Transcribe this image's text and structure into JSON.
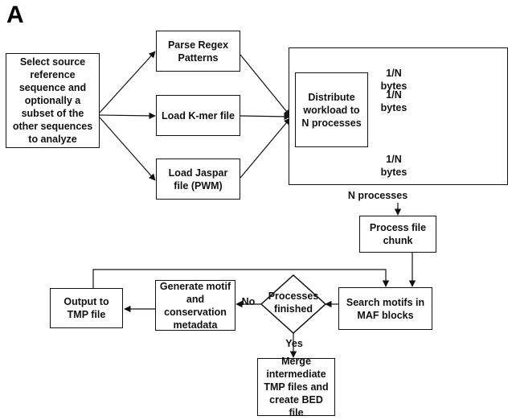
{
  "panel_label": "A",
  "nodes": {
    "select_source": "Select source reference sequence and optionally a subset of the other sequences to analyze",
    "parse_regex": "Parse Regex Patterns",
    "load_kmer": "Load K-mer file",
    "load_jaspar": "Load Jaspar file (PWM)",
    "distribute": "Distribute workload to N processes",
    "process_chunk": "Process file chunk",
    "search_motifs": "Search motifs in MAF blocks",
    "processes_finished": "Processes finished",
    "generate_metadata": "Generate motif and conservation metadata",
    "output_tmp": "Output to TMP file",
    "merge": "Merge intermediate TMP files and create BED file"
  },
  "chunk_labels": [
    "1/N bytes",
    "1/N bytes",
    "1/N bytes"
  ],
  "edge_labels": {
    "n_processes": "N processes",
    "no": "No",
    "yes": "Yes"
  },
  "icons": {
    "file": "file-icon"
  },
  "colors": {
    "file_icon": "#3b8fd9",
    "line": "#111111"
  }
}
